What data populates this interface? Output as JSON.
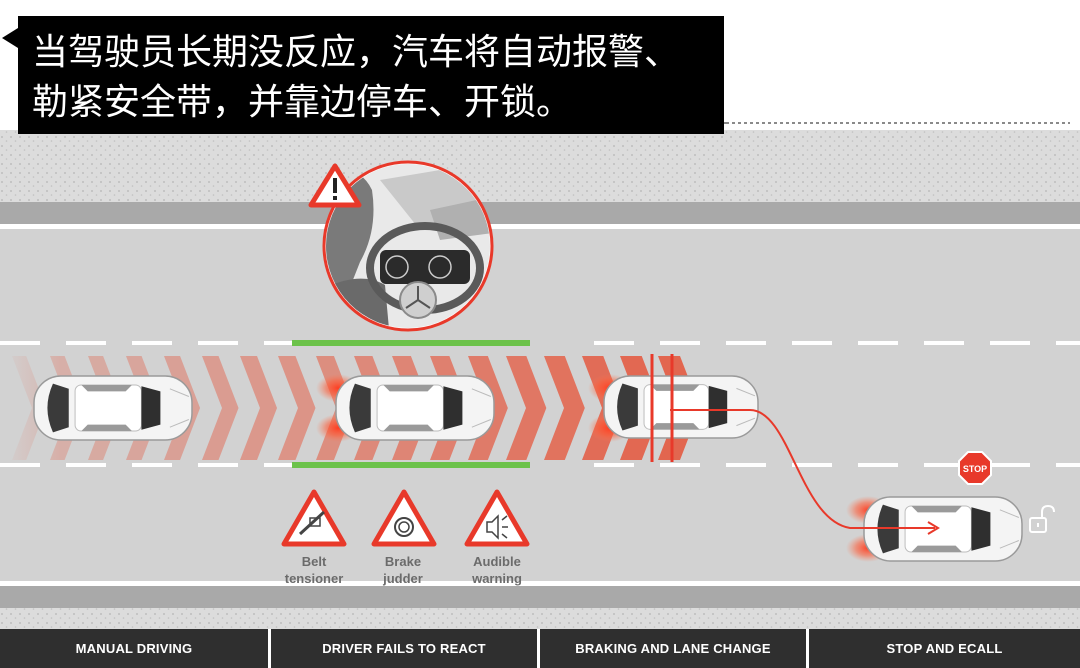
{
  "caption": {
    "line1": "当驾驶员长期没反应，汽车将自动报警、",
    "line2": "勒紧安全带，并靠边停车、开锁。"
  },
  "actions": [
    {
      "line1": "Belt",
      "line2": "tensioner",
      "icon": "belt-tensioner-icon"
    },
    {
      "line1": "Brake",
      "line2": "judder",
      "icon": "brake-judder-icon"
    },
    {
      "line1": "Audible",
      "line2": "warning",
      "icon": "audible-warning-icon"
    }
  ],
  "stop_sign": {
    "label": "STOP"
  },
  "stages": [
    {
      "label": "MANUAL DRIVING"
    },
    {
      "label": "DRIVER FAILS TO REACT"
    },
    {
      "label": "BRAKING AND LANE CHANGE"
    },
    {
      "label": "STOP AND ECALL"
    }
  ],
  "colors": {
    "warning_red": "#e8392a",
    "chevron_red": "#e36048",
    "green_marker": "#6cc24a",
    "road_gray": "#d2d2d2",
    "curb_gray": "#a9a9a9",
    "stage_bar": "#2f2f2f"
  },
  "icons": [
    "warning-triangle-icon",
    "steering-wheel-icon",
    "unlock-icon",
    "car-icon"
  ]
}
